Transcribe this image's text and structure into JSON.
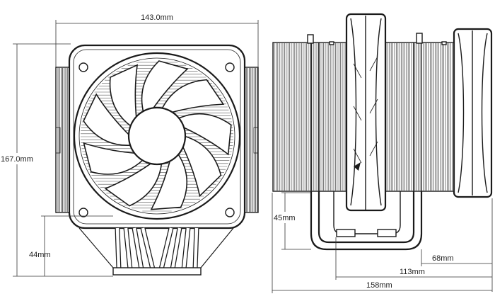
{
  "dimensions": {
    "front_width": "143.0mm",
    "front_height": "167.0mm",
    "front_base_height": "44mm",
    "side_base_height": "45mm",
    "side_68": "68mm",
    "side_113": "113mm",
    "side_158": "158mm"
  },
  "colors": {
    "ink": "#1a1a1a",
    "dimension_line": "#333333",
    "background": "#ffffff"
  },
  "icons": {
    "brand_logo": "sail-logo"
  }
}
